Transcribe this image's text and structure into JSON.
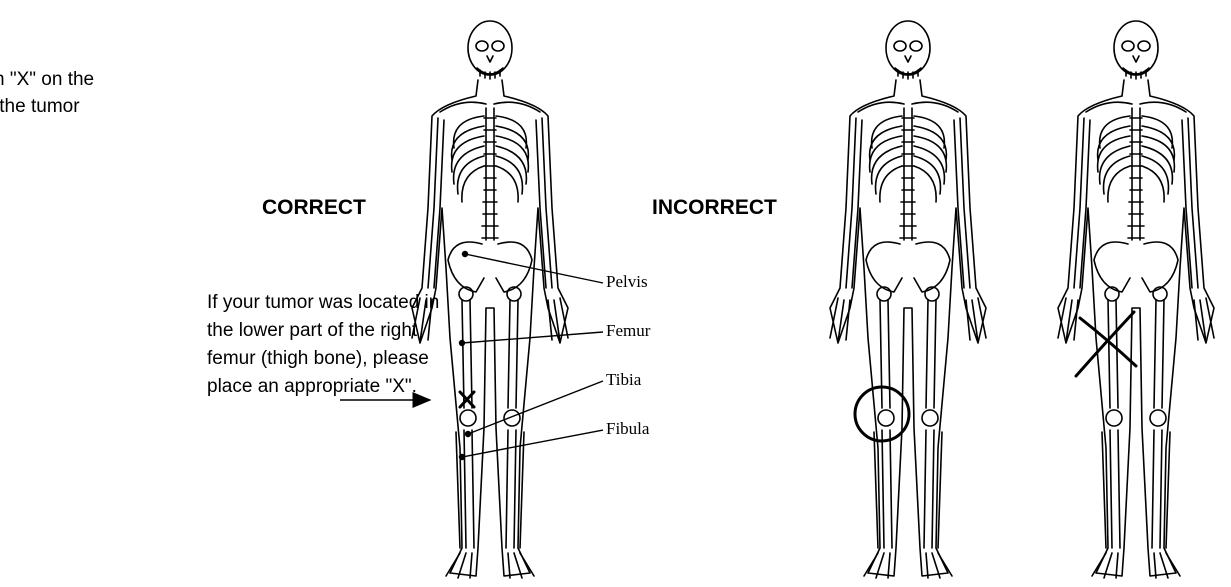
{
  "instruction": {
    "text": "n \"X\" on the\n the tumor"
  },
  "labels": {
    "correct": "CORRECT",
    "incorrect": "INCORRECT"
  },
  "note": {
    "text": "If your tumor was located in\nthe lower part of the right\nfemur (thigh bone), please\nplace an appropriate \"X\"."
  },
  "bones": {
    "pelvis": "Pelvis",
    "femur": "Femur",
    "tibia": "Tibia",
    "fibula": "Fibula"
  },
  "figures": [
    {
      "name": "correct-skeleton",
      "mark": "x-on-lower-right-femur"
    },
    {
      "name": "incorrect-skeleton-circle",
      "mark": "circle-around-knee"
    },
    {
      "name": "incorrect-skeleton-large-x",
      "mark": "large-x-across-thighs"
    }
  ]
}
